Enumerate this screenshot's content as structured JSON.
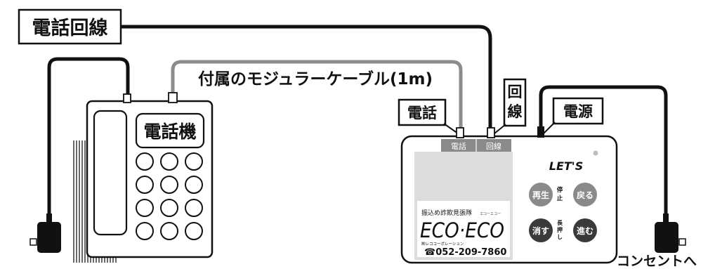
{
  "labels": {
    "phone_line": "電話回線",
    "modular_cable": "付属のモジュラーケーブル(1m)",
    "telephone": "電話機",
    "tel_port": "電話",
    "line_port": "回線",
    "power_port": "電源",
    "to_outlet": "コンセントへ"
  },
  "device": {
    "port_tel": "電話",
    "port_line": "回線",
    "brand": "LET'S",
    "btn_play": "再生",
    "btn_stop": "停止",
    "btn_back": "戻る",
    "btn_delete": "消す",
    "btn_hold": "長押し",
    "btn_forward": "進む",
    "card_caption": "振込め詐欺見張隊",
    "card_ruby": "エコーエコー",
    "card_product": "ECO·ECO",
    "card_company": "㈱レココーポレーション",
    "card_phone": "☎052-209-7860"
  },
  "colors": {
    "cable_black": "#111111",
    "cable_gray": "#8c8c8c",
    "device_panel": "#dcdcdc",
    "button_gray": "#8a8a8a",
    "button_dark": "#3a3a3a",
    "port_strip": "#8a8a8a"
  }
}
